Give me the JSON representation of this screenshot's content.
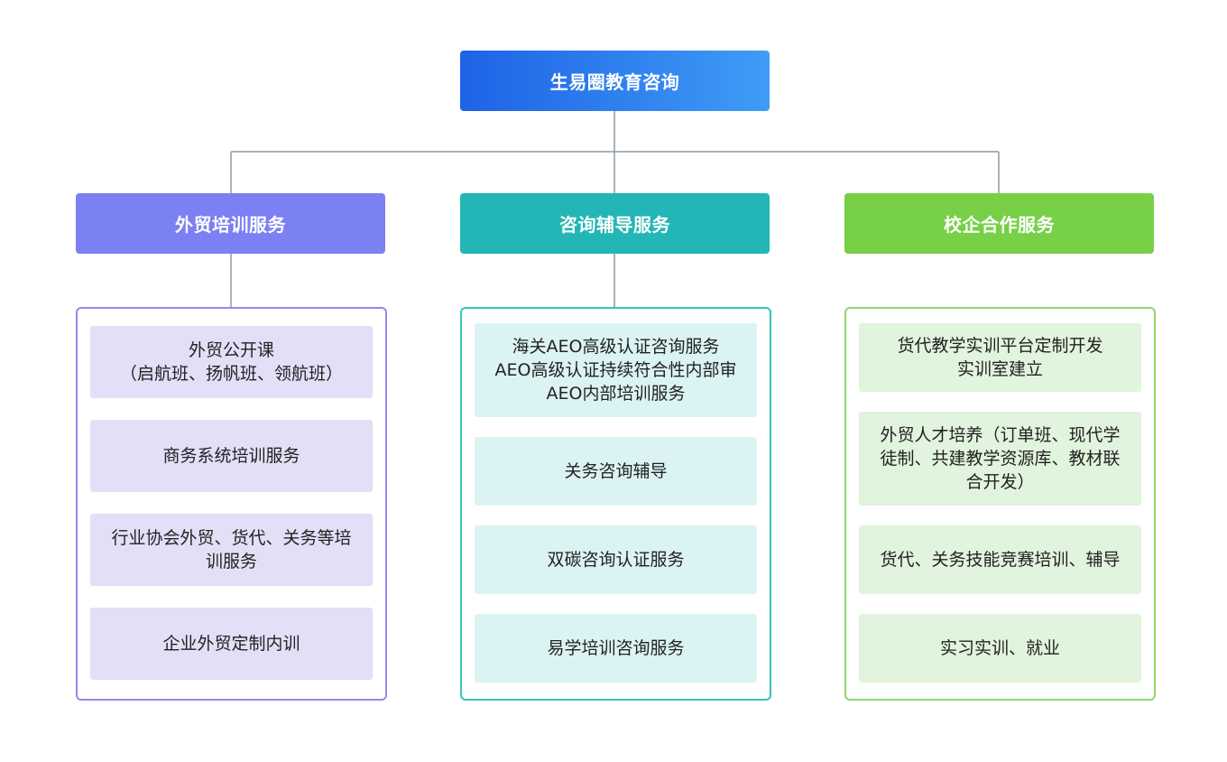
{
  "root": {
    "title": "生易圈教育咨询"
  },
  "colors": {
    "root_gradient": [
      "#1e63e6",
      "#3f9cf6"
    ],
    "connector": "#8a9aa8",
    "columns": [
      "#7b80f3",
      "#22b7b6",
      "#77d046"
    ]
  },
  "columns": [
    {
      "title": "外贸培训服务",
      "items": [
        {
          "lines": [
            "外贸公开课",
            "（启航班、扬帆班、领航班）"
          ]
        },
        {
          "lines": [
            "商务系统培训服务"
          ]
        },
        {
          "lines": [
            "行业协会外贸、货代、关务等培",
            "训服务"
          ]
        },
        {
          "lines": [
            "企业外贸定制内训"
          ]
        }
      ]
    },
    {
      "title": "咨询辅导服务",
      "items": [
        {
          "lines": [
            "海关AEO高级认证咨询服务",
            "AEO高级认证持续符合性内部审",
            "AEO内部培训服务"
          ]
        },
        {
          "lines": [
            "关务咨询辅导"
          ]
        },
        {
          "lines": [
            "双碳咨询认证服务"
          ]
        },
        {
          "lines": [
            "易学培训咨询服务"
          ]
        }
      ]
    },
    {
      "title": "校企合作服务",
      "items": [
        {
          "lines": [
            "货代教学实训平台定制开发",
            "实训室建立"
          ]
        },
        {
          "lines": [
            "外贸人才培养（订单班、现代学",
            "徒制、共建教学资源库、教材联",
            "合开发）"
          ]
        },
        {
          "lines": [
            "货代、关务技能竞赛培训、辅导"
          ]
        },
        {
          "lines": [
            "实习实训、就业"
          ]
        }
      ]
    }
  ]
}
